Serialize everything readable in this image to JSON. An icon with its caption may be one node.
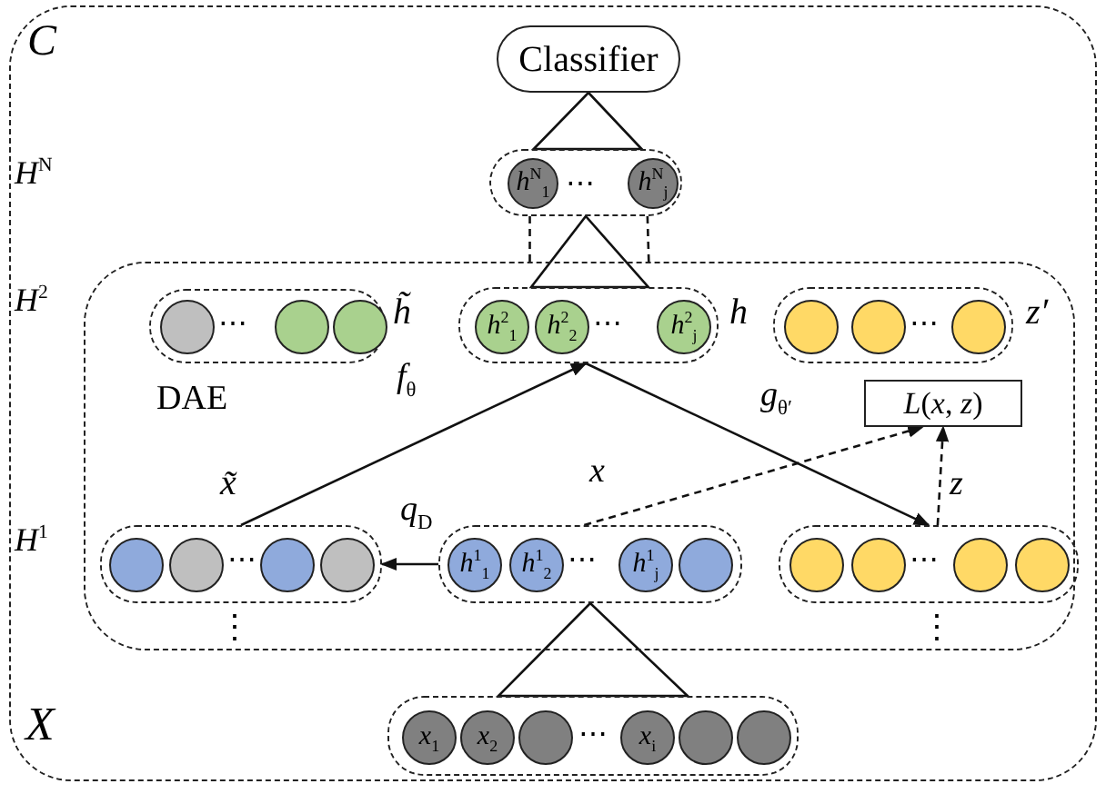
{
  "diagram": {
    "nodes": [
      {
        "text": [
          "C"
        ]
      },
      {
        "text": [
          "Classifier"
        ],
        "in": 0
      },
      {
        "text": [
          "⋯"
        ],
        "in": 0
      },
      {
        "text": [
          "*h*$^{N}$$_{1}$"
        ],
        "in": 2
      },
      {
        "text": [
          "*h*$^{N}$$_{j}$"
        ],
        "in": 2
      },
      {
        "text": [
          "DAE"
        ],
        "in": 0
      },
      {
        "text": [
          "⋯"
        ],
        "in": 5,
        "beside": [
          "h̃"
        ]
      },
      {
        "text": [],
        "shape": "circle",
        "in": 6
      },
      {
        "text": [],
        "shape": "circle",
        "in": 6
      },
      {
        "text": [],
        "shape": "circle",
        "in": 6
      },
      {
        "text": [
          "⋯"
        ],
        "in": 5,
        "beside": [
          "h"
        ]
      },
      {
        "text": [
          "*h*$^{2}$$_{1}$"
        ],
        "in": 10
      },
      {
        "text": [
          "*h*$^{2}$$_{2}$"
        ],
        "in": 10
      },
      {
        "text": [
          "*h*$^{2}$$_{j}$"
        ],
        "in": 10
      },
      {
        "text": [
          "⋯"
        ],
        "in": 5,
        "beside": [
          "z′"
        ]
      },
      {
        "text": [],
        "shape": "circle",
        "in": 14
      },
      {
        "text": [],
        "shape": "circle",
        "in": 14
      },
      {
        "text": [],
        "shape": "circle",
        "in": 14
      },
      {
        "text": [
          "*L*(*x*, *z*)"
        ],
        "in": 5
      },
      {
        "text": [
          "⋯"
        ],
        "in": 5,
        "beside": [
          "x̃"
        ]
      },
      {
        "text": [],
        "shape": "circle",
        "in": 19
      },
      {
        "text": [],
        "shape": "circle",
        "in": 19
      },
      {
        "text": [],
        "shape": "circle",
        "in": 19
      },
      {
        "text": [],
        "shape": "circle",
        "in": 19
      },
      {
        "text": [
          "⋯"
        ],
        "in": 5
      },
      {
        "text": [
          "*h*$^{1}$$_{1}$"
        ],
        "in": 24
      },
      {
        "text": [
          "*h*$^{1}$$_{2}$"
        ],
        "in": 24
      },
      {
        "text": [
          "*h*$^{1}$$_{j}$"
        ],
        "in": 24
      },
      {
        "text": [],
        "shape": "circle",
        "in": 24
      },
      {
        "text": [
          "⋯"
        ],
        "in": 5
      },
      {
        "text": [],
        "shape": "circle",
        "in": 29
      },
      {
        "text": [],
        "shape": "circle",
        "in": 29
      },
      {
        "text": [],
        "shape": "circle",
        "in": 29
      },
      {
        "text": [],
        "shape": "circle",
        "in": 29
      },
      {
        "text": [
          "⋯"
        ],
        "in": 0
      },
      {
        "text": [
          "*x*$_{1}$"
        ],
        "in": 34
      },
      {
        "text": [
          "*x*$_{2}$"
        ],
        "in": 34
      },
      {
        "text": [],
        "shape": "circle",
        "in": 34
      },
      {
        "text": [
          "*x*$_{i}$"
        ],
        "in": 34
      },
      {
        "text": [],
        "shape": "circle",
        "in": 34
      },
      {
        "text": [],
        "shape": "circle",
        "in": 34
      }
    ],
    "edges": [
      {
        "from": 1,
        "to": 2,
        "arrow": "none"
      },
      {
        "from": 2,
        "to": 10,
        "arrow": "none"
      },
      {
        "from": 2,
        "to": 5,
        "arrow": "none",
        "style": "dashed"
      },
      {
        "from": 2,
        "to": 5,
        "arrow": "none",
        "style": "dashed"
      },
      {
        "from": 19,
        "to": 10,
        "arrow": "to",
        "label": "*f*$_{θ}$"
      },
      {
        "from": 10,
        "to": 29,
        "arrow": "to",
        "label": "*g*$_{θ′}$"
      },
      {
        "from": 24,
        "to": 18,
        "arrow": "to",
        "style": "dashed",
        "label": "*x*"
      },
      {
        "from": 29,
        "to": 18,
        "arrow": "to",
        "style": "dashed",
        "label": "*z*"
      },
      {
        "from": 24,
        "to": 19,
        "arrow": "to",
        "label": "*q*$_{D}$"
      },
      {
        "from": 24,
        "to": 34,
        "arrow": "none"
      }
    ],
    "labels": [
      "*H*$^{N}$",
      "*H*$^{2}$",
      "*H*$^{1}$",
      "⋮",
      "⋮",
      "X"
    ]
  }
}
